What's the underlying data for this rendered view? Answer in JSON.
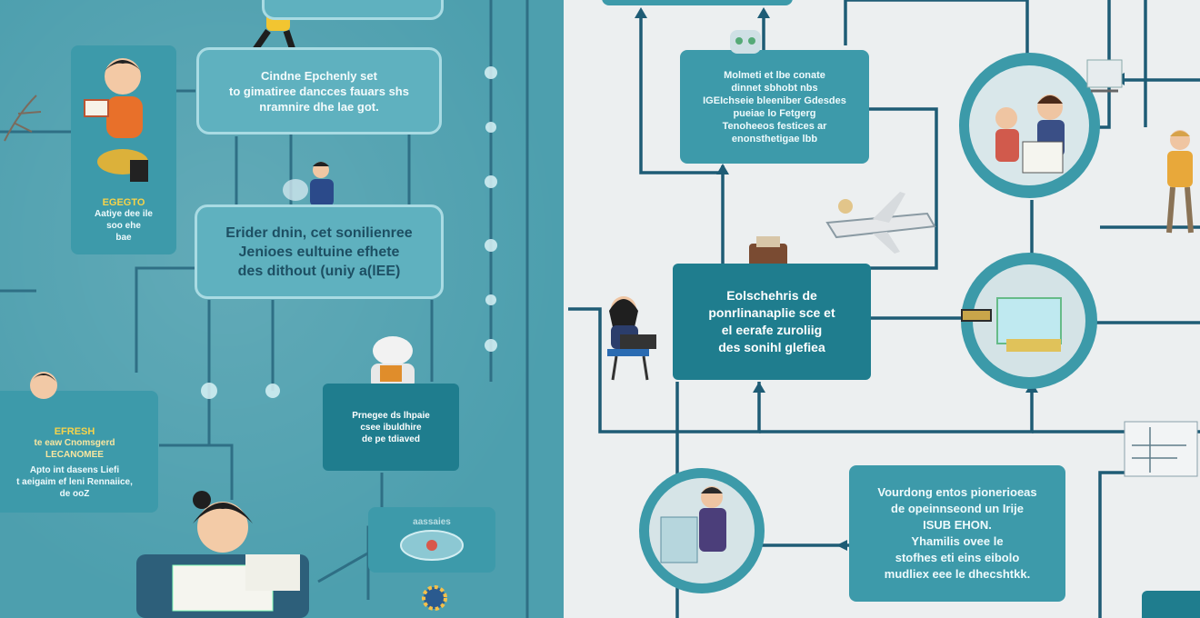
{
  "left": {
    "box1": "Cindne Epchenly set\nto gimatiree dancces fauars shs\nnramnire dhe lae got.",
    "box2": "Erider dnin, cet sonilienree\nJenioes eultuine efhete\ndes dithout (uniy a(lEE)",
    "card1_title": "EGEGTO",
    "card1_body": "Aatiye dee ile\nsoo ehe\nbae",
    "card2_title": "EFRESH",
    "card2_sub": "te eaw Cnomsgerd\nLECANOMEE",
    "card2_body": "Apto int dasens Liefi\nt aeigaim ef leni Rennaiice,\nde ooZ",
    "box3": "Prnegee ds lhpaie\ncsee ibuldhire\nde pe tdiaved",
    "box4": "aassaies"
  },
  "right": {
    "box1": "Molmeti et lbe conate\ndinnet sbhobt nbs\nIGEIchseie bleeniber Gdesdes\npueiae lo Fetgerg\nTenoheeos festices ar\nenonsthetigae lbb",
    "box2": "Eolschehris de\nponrlinanaplie sce et\nel eerafe zuroliig\ndes sonihl glefiea",
    "box3": "Vourdong entos pionerioeas\nde opeinnseond un Irije\nISUB EHON.\nYhamilis ovee le\nstofhes eti eins eibolo\nmudliex eee le dhecshtkk."
  },
  "colors": {
    "left_bg": "#4d9fae",
    "right_bg": "#eceff0",
    "line_dark": "#1e5c75",
    "box_dark": "#1f7d8e",
    "box_light": "#5fb1bf"
  }
}
